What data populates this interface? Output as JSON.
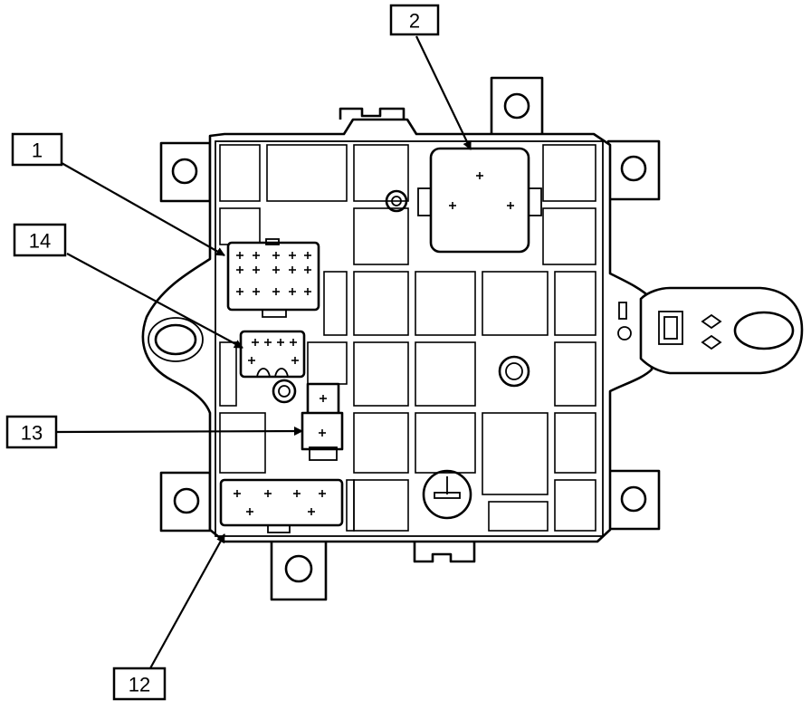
{
  "callouts": [
    {
      "id": "callout-2",
      "text": "2"
    },
    {
      "id": "callout-1",
      "text": "1"
    },
    {
      "id": "callout-14",
      "text": "14"
    },
    {
      "id": "callout-13",
      "text": "13"
    },
    {
      "id": "callout-12",
      "text": "12"
    }
  ]
}
